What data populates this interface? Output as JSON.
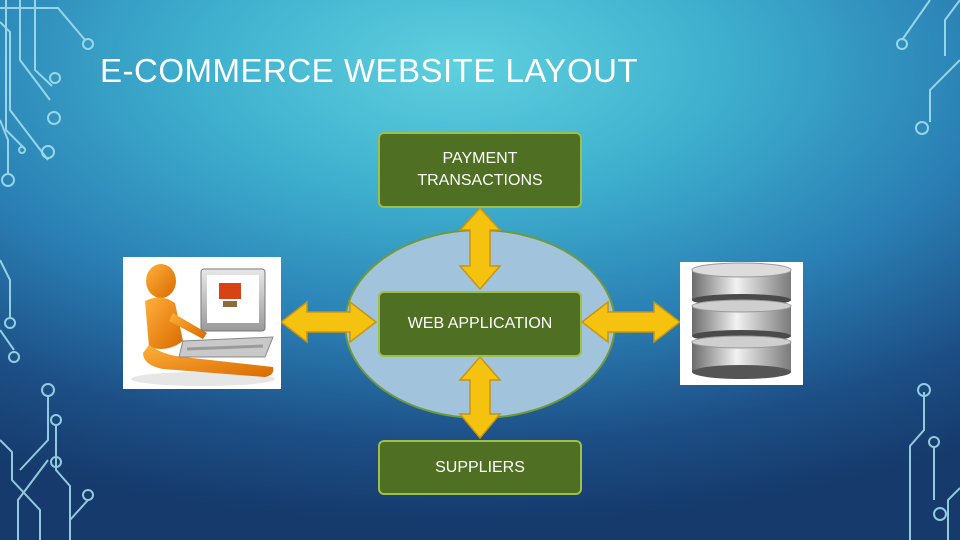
{
  "slide": {
    "title": "E-COMMERCE WEBSITE LAYOUT"
  },
  "diagram": {
    "nodes": {
      "payment": "PAYMENT\nTRANSACTIONS",
      "web_application": "WEB APPLICATION",
      "suppliers": "SUPPLIERS"
    },
    "images": [
      "customer-with-laptop",
      "database"
    ],
    "connections": [
      [
        "payment",
        "web_application"
      ],
      [
        "web_application",
        "suppliers"
      ],
      [
        "customer-with-laptop",
        "web_application"
      ],
      [
        "web_application",
        "database"
      ]
    ]
  },
  "colors": {
    "node_fill": "#4f6f22",
    "arrow_fill": "#f5c20f",
    "ellipse_fill": "#a2c3dc"
  }
}
